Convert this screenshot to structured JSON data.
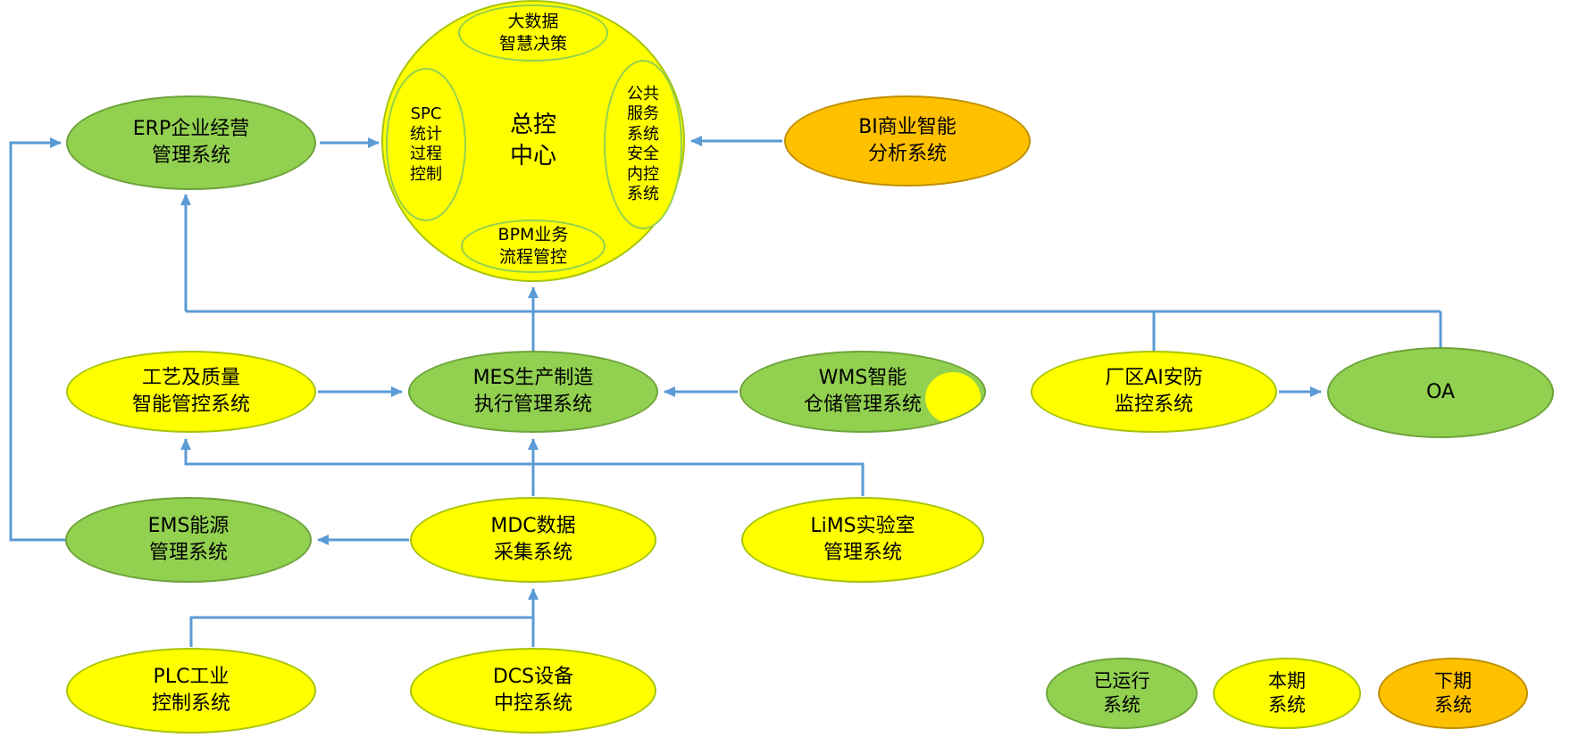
{
  "colors": {
    "green": "#92D050",
    "green_border": "#6EA33C",
    "yellow": "#FFFF00",
    "yellow_border": "#A8C40A",
    "orange": "#FFC000",
    "orange_border": "#BF8F00",
    "arrow": "#5B9BD5",
    "text": "#000000"
  },
  "hub": {
    "label": "总控\n中心",
    "satellites": {
      "top": "大数据\n智慧决策",
      "left": "SPC\n统计\n过程\n控制",
      "right": "公共\n服务\n系统\n安全\n内控\n系统",
      "bottom": "BPM业务\n流程管控"
    }
  },
  "nodes": {
    "erp": "ERP企业经营\n管理系统",
    "bi": "BI商业智能\n分析系统",
    "quality": "工艺及质量\n智能管控系统",
    "mes": "MES生产制造\n执行管理系统",
    "wms": "WMS智能\n仓储管理系统",
    "ai_security": "厂区AI安防\n监控系统",
    "oa": "OA",
    "ems": "EMS能源\n管理系统",
    "mdc": "MDC数据\n采集系统",
    "lims": "LiMS实验室\n管理系统",
    "plc": "PLC工业\n控制系统",
    "dcs": "DCS设备\n中控系统"
  },
  "legend": {
    "running": "已运行\n系统",
    "current": "本期\n系统",
    "next": "下期\n系统"
  }
}
